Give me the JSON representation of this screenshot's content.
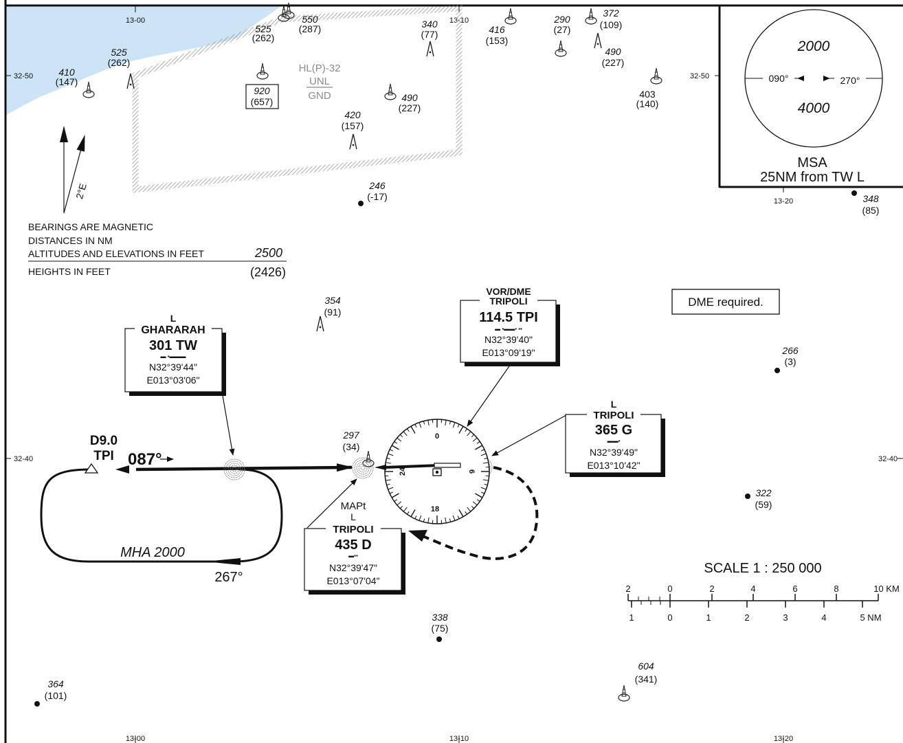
{
  "grid": {
    "top_labels": [
      "13-00",
      "13-10"
    ],
    "bottom_labels": [
      "13-00",
      "13-10",
      "13-20"
    ],
    "msa_bottom_label": "13-20",
    "left_labels": [
      "32-50",
      "32-40"
    ],
    "right_labels": [
      "32-50",
      "32-40"
    ]
  },
  "obstacles": [
    {
      "elev": "525",
      "height": "(262)",
      "sym": "tower"
    },
    {
      "elev": "550",
      "height": "(287)",
      "sym": "tower"
    },
    {
      "elev": "340",
      "height": "(77)",
      "sym": "obstacle"
    },
    {
      "elev": "416",
      "height": "(153)",
      "sym": "tower"
    },
    {
      "elev": "290",
      "height": "(27)",
      "sym": "tower"
    },
    {
      "elev": "372",
      "height": "(109)",
      "sym": "tower"
    },
    {
      "elev": "490",
      "height": "(227)",
      "sym": "obstacle"
    },
    {
      "elev": "525",
      "height": "(262)",
      "sym": "obstacle"
    },
    {
      "elev": "410",
      "height": "(147)",
      "sym": "tower"
    },
    {
      "elev": "490",
      "height": "(227)",
      "sym": "tower"
    },
    {
      "elev": "420",
      "height": "(157)",
      "sym": "obstacle"
    },
    {
      "elev": "403",
      "height": "(140)",
      "sym": "tower"
    },
    {
      "elev": "246",
      "height": "(-17)",
      "sym": "spot"
    },
    {
      "elev": "348",
      "height": "(85)",
      "sym": "spot"
    },
    {
      "elev": "354",
      "height": "(91)",
      "sym": "obstacle"
    },
    {
      "elev": "266",
      "height": "(3)",
      "sym": "spot"
    },
    {
      "elev": "297",
      "height": "(34)",
      "sym": "tower"
    },
    {
      "elev": "322",
      "height": "(59)",
      "sym": "spot"
    },
    {
      "elev": "338",
      "height": "(75)",
      "sym": "spot"
    },
    {
      "elev": "364",
      "height": "(101)",
      "sym": "spot"
    },
    {
      "elev": "604",
      "height": "(341)",
      "sym": "tower"
    }
  ],
  "highest_obstacle": {
    "elev": "920",
    "height": "(657)"
  },
  "restricted_area": {
    "id": "HL(P)-32",
    "upper": "UNL",
    "lower": "GND"
  },
  "variation": "2°E",
  "legend": {
    "line1": "BEARINGS ARE MAGNETIC",
    "line2": "DISTANCES IN NM",
    "line3": "ALTITUDES AND ELEVATIONS IN FEET",
    "alt_example": "2500",
    "line4": "HEIGHTS IN FEET",
    "height_example": "(2426)"
  },
  "msa": {
    "north_alt": "2000",
    "south_alt": "4000",
    "left_bearing": "090°",
    "right_bearing": "270°",
    "title": "MSA",
    "subtitle": "25NM from TW L"
  },
  "dme_note": "DME required.",
  "navaids": {
    "gharrah": {
      "type": "L",
      "name": "GHARARAH",
      "freq": "301 TW",
      "morse": "▬  ▪▬▬▬",
      "lat": "N32°39'44\"",
      "lon": "E013°03'06\""
    },
    "vor": {
      "type": "VOR/DME",
      "name": "TRIPOLI",
      "freq": "114.5 TPI",
      "morse": "▬  ▪▬▬▪  ▪▪",
      "lat": "N32°39'40\"",
      "lon": "E013°09'19\""
    },
    "ndb365": {
      "type": "L",
      "name": "TRIPOLI",
      "freq": "365 G",
      "morse": "▬▬▪",
      "lat": "N32°39'49\"",
      "lon": "E013°10'42\""
    },
    "ndb435": {
      "pre": "MAPt",
      "type": "L",
      "name": "TRIPOLI",
      "freq": "435 D",
      "morse": "▬▪▪",
      "lat": "N32°39'47\"",
      "lon": "E013°07'04\""
    }
  },
  "fix": {
    "dist": "D9.0",
    "ident": "TPI"
  },
  "holding": {
    "inbound": "087°",
    "outbound": "267°",
    "mha": "MHA 2000"
  },
  "compass": {
    "n": "0",
    "e": "6",
    "s": "18",
    "w": "24"
  },
  "scale": {
    "title": "SCALE 1 : 250 000",
    "km_labels": [
      "2",
      "0",
      "2",
      "4",
      "6",
      "8"
    ],
    "km_end": "10 KM",
    "nm_labels": [
      "1",
      "0",
      "1",
      "2",
      "3",
      "4"
    ],
    "nm_end": "5 NM"
  }
}
